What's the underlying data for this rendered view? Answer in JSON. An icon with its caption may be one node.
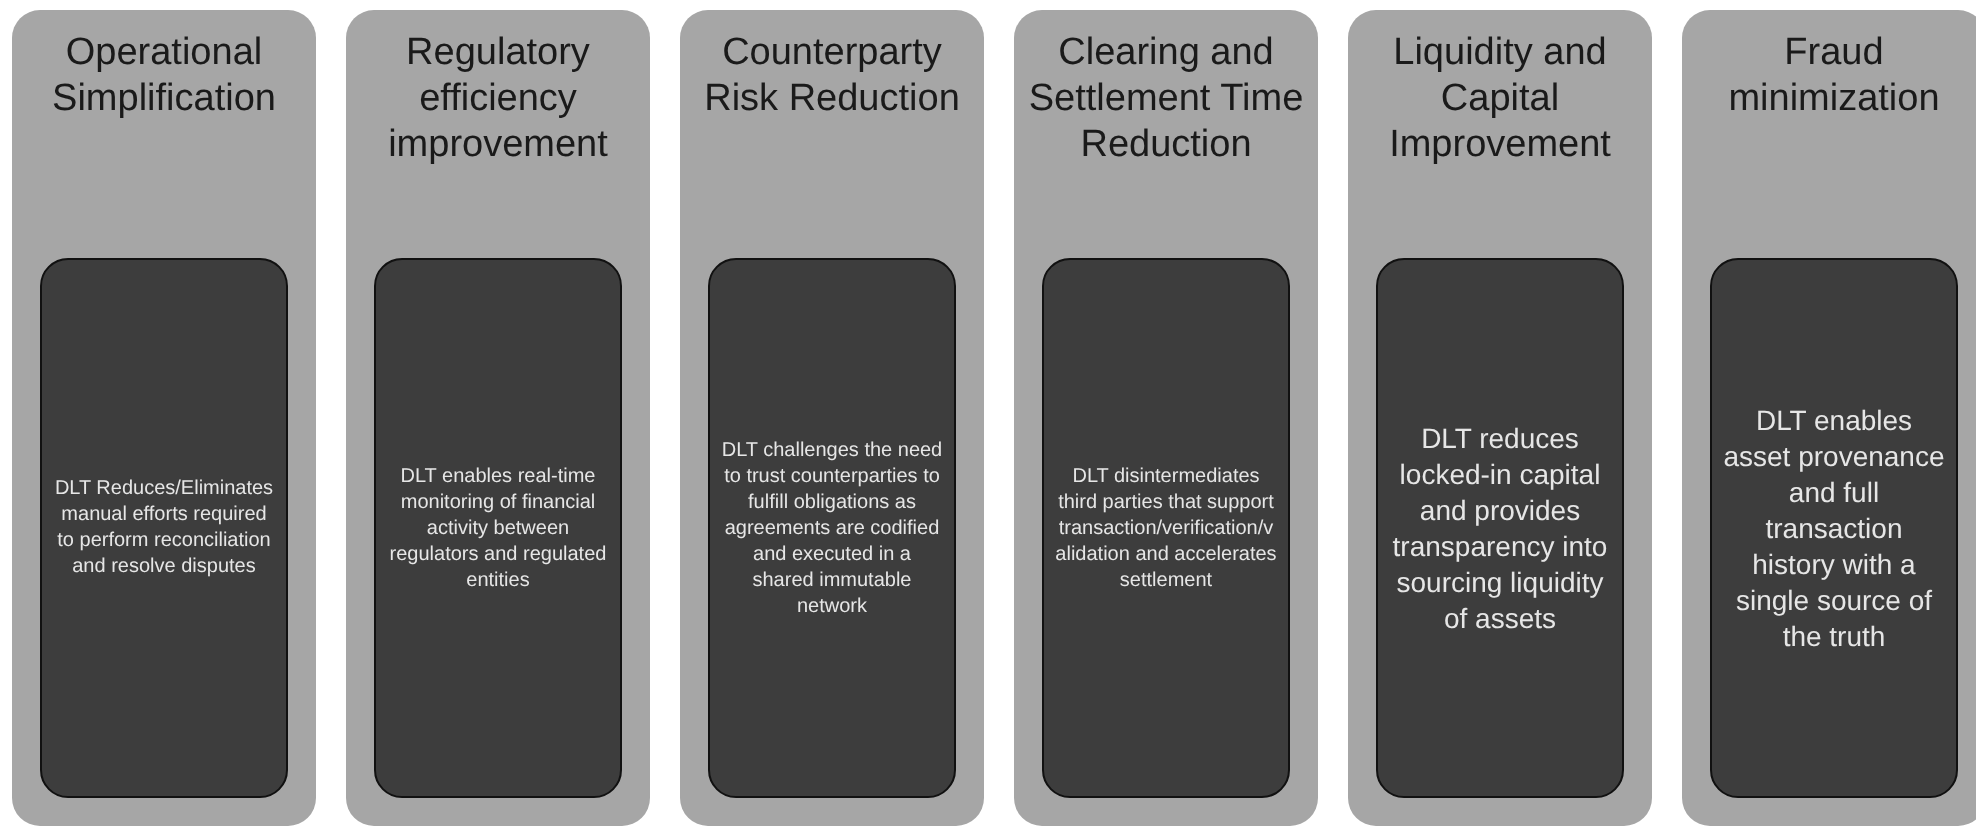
{
  "diagram": {
    "nodes": [
      {
        "text": [
          "Operational Simplification"
        ]
      },
      {
        "text": [
          "DLT Reduces/Eliminates manual efforts required to perform reconciliation and resolve disputes"
        ],
        "in": 0
      },
      {
        "text": [
          "Regulatory efficiency improvement"
        ]
      },
      {
        "text": [
          "DLT enables real-time monitoring of financial activity between regulators and regulated entities"
        ],
        "in": 2
      },
      {
        "text": [
          "Counterparty Risk Reduction"
        ]
      },
      {
        "text": [
          "DLT challenges the need to trust counterparties to fulfill obligations as agreements are codified and executed in a shared immutable network"
        ],
        "in": 4
      },
      {
        "text": [
          "Clearing and Settlement Time Reduction"
        ]
      },
      {
        "text": [
          "DLT disintermediates third parties that support transaction/verification/validation and accelerates settlement"
        ],
        "in": 6
      },
      {
        "text": [
          "Liquidity and Capital Improvement"
        ]
      },
      {
        "text": [
          "DLT reduces locked-in capital and provides transparency into sourcing liquidity of assets"
        ],
        "in": 8
      },
      {
        "text": [
          "Fraud minimization"
        ]
      },
      {
        "text": [
          "DLT enables asset provenance and full transaction history with a single source of the truth"
        ],
        "in": 10
      }
    ],
    "edges": []
  }
}
